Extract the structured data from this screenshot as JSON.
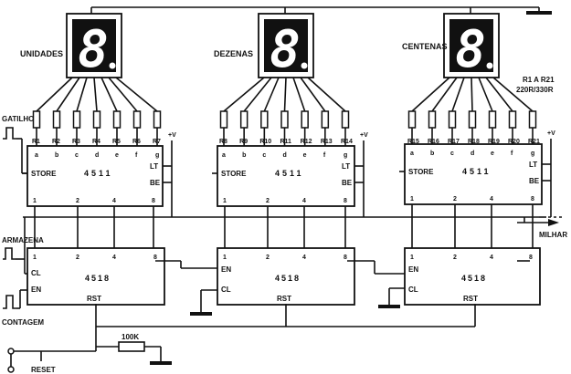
{
  "digits": [
    {
      "name": "UNIDADES"
    },
    {
      "name": "DEZENAS"
    },
    {
      "name": "CENTENAS"
    }
  ],
  "decoder": {
    "part": "4511",
    "store_label": "STORE",
    "lt_label": "LT",
    "be_label": "BE",
    "segment_pins": [
      "a",
      "b",
      "c",
      "d",
      "e",
      "f",
      "g"
    ],
    "bcd_pins": [
      "1",
      "2",
      "4",
      "8"
    ]
  },
  "counter": {
    "part": "4518",
    "pins": [
      "1",
      "2",
      "4",
      "8"
    ],
    "en_label": "EN",
    "cl_label": "CL",
    "rst_label": "RST"
  },
  "resistor_groups": [
    [
      "R1",
      "R2",
      "R3",
      "R4",
      "R5",
      "R6",
      "R7"
    ],
    [
      "R8",
      "R9",
      "R10",
      "R11",
      "R12",
      "R13",
      "R14"
    ],
    [
      "R15",
      "R16",
      "R17",
      "R18",
      "R19",
      "R20",
      "R21"
    ]
  ],
  "resistor_note": [
    "R1 A R21",
    "220R/330R"
  ],
  "vplus": "+V",
  "inputs": {
    "gatilho": "GATILHO",
    "armazena": "ARMAZENA",
    "contagem": "CONTAGEM",
    "reset": "RESET",
    "milhar": "MILHAR",
    "reset_resistor": "100K"
  },
  "display_glyph": "8"
}
